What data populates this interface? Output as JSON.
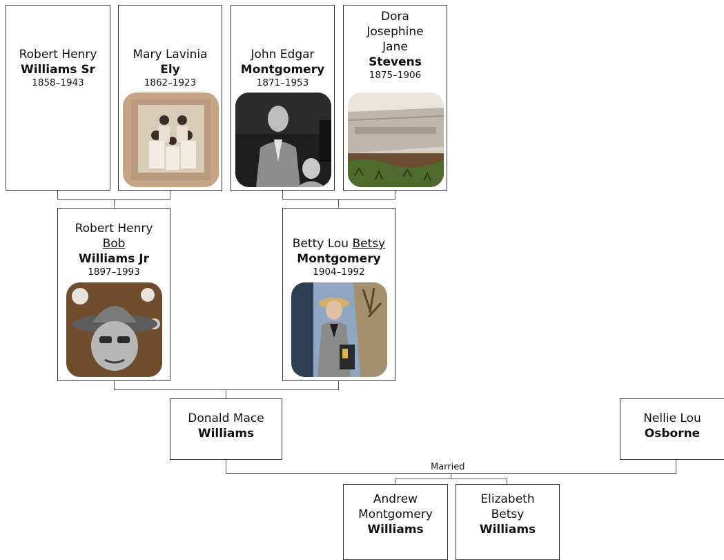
{
  "people": {
    "rhw_sr": {
      "given": "Robert Henry",
      "surname": "Williams Sr",
      "dates": "1858–1943"
    },
    "mlv_ely": {
      "given": "Mary Lavinia",
      "surname": "Ely",
      "dates": "1862–1923"
    },
    "jem": {
      "given": "John Edgar",
      "surname": "Montgomery",
      "dates": "1871–1953"
    },
    "djs": {
      "given_lines": [
        "Dora",
        "Josephine",
        "Jane"
      ],
      "surname": "Stevens",
      "dates": "1875–1906"
    },
    "rhw_jr": {
      "given": "Robert Henry",
      "nickname": "Bob",
      "surname": "Williams Jr",
      "dates": "1897–1993"
    },
    "blm": {
      "given": "Betty Lou",
      "nickname": "Betsy",
      "surname": "Montgomery",
      "dates": "1904–1992"
    },
    "dmw": {
      "given": "Donald Mace",
      "surname": "Williams"
    },
    "nlo": {
      "given": "Nellie Lou",
      "surname": "Osborne"
    },
    "amw": {
      "given_lines": [
        "Andrew",
        "Montgomery"
      ],
      "surname": "Williams"
    },
    "ebw": {
      "given_lines": [
        "Elizabeth",
        "Betsy"
      ],
      "surname": "Williams"
    }
  },
  "relationships": {
    "married_label": "Married"
  }
}
